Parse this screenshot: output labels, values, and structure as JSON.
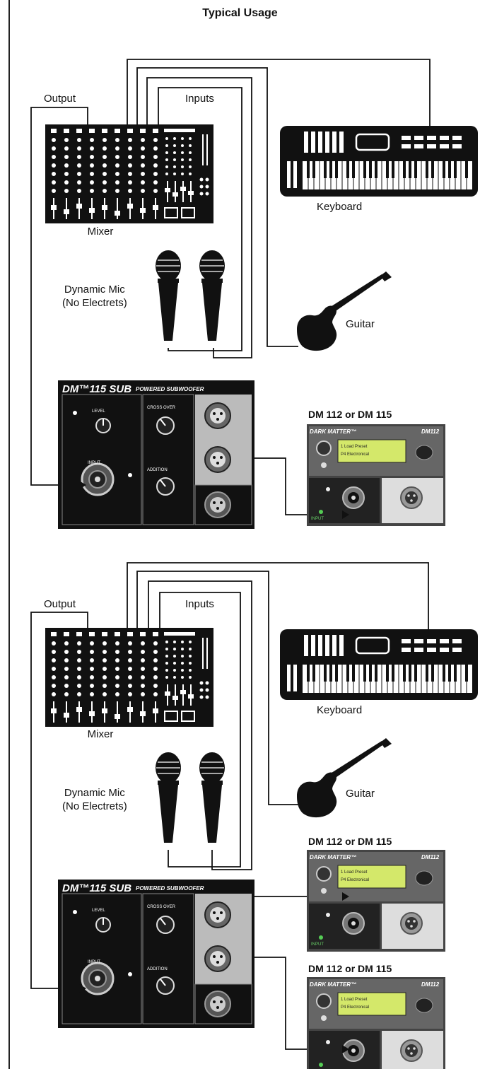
{
  "title": "Typical Usage",
  "labels": {
    "output": "Output",
    "inputs": "Inputs",
    "keyboard": "Keyboard",
    "mixer": "Mixer",
    "dynamic_mic_line1": "Dynamic Mic",
    "dynamic_mic_line2": "(No Electrets)",
    "guitar": "Guitar",
    "dm_model_option": "DM 112 or DM 115"
  },
  "subwoofer": {
    "model": "DM™115 SUB",
    "type": "POWERED SUBWOOFER",
    "level": "LEVEL",
    "crossover": "CROSS OVER",
    "addition": "ADDITION",
    "input": "INPUT"
  },
  "speaker_module": {
    "brand": "DARK MATTER™",
    "model": "DM112",
    "lcd_line1": "1 Load Preset",
    "lcd_line2": "P4 Electronical",
    "input": "INPUT"
  }
}
